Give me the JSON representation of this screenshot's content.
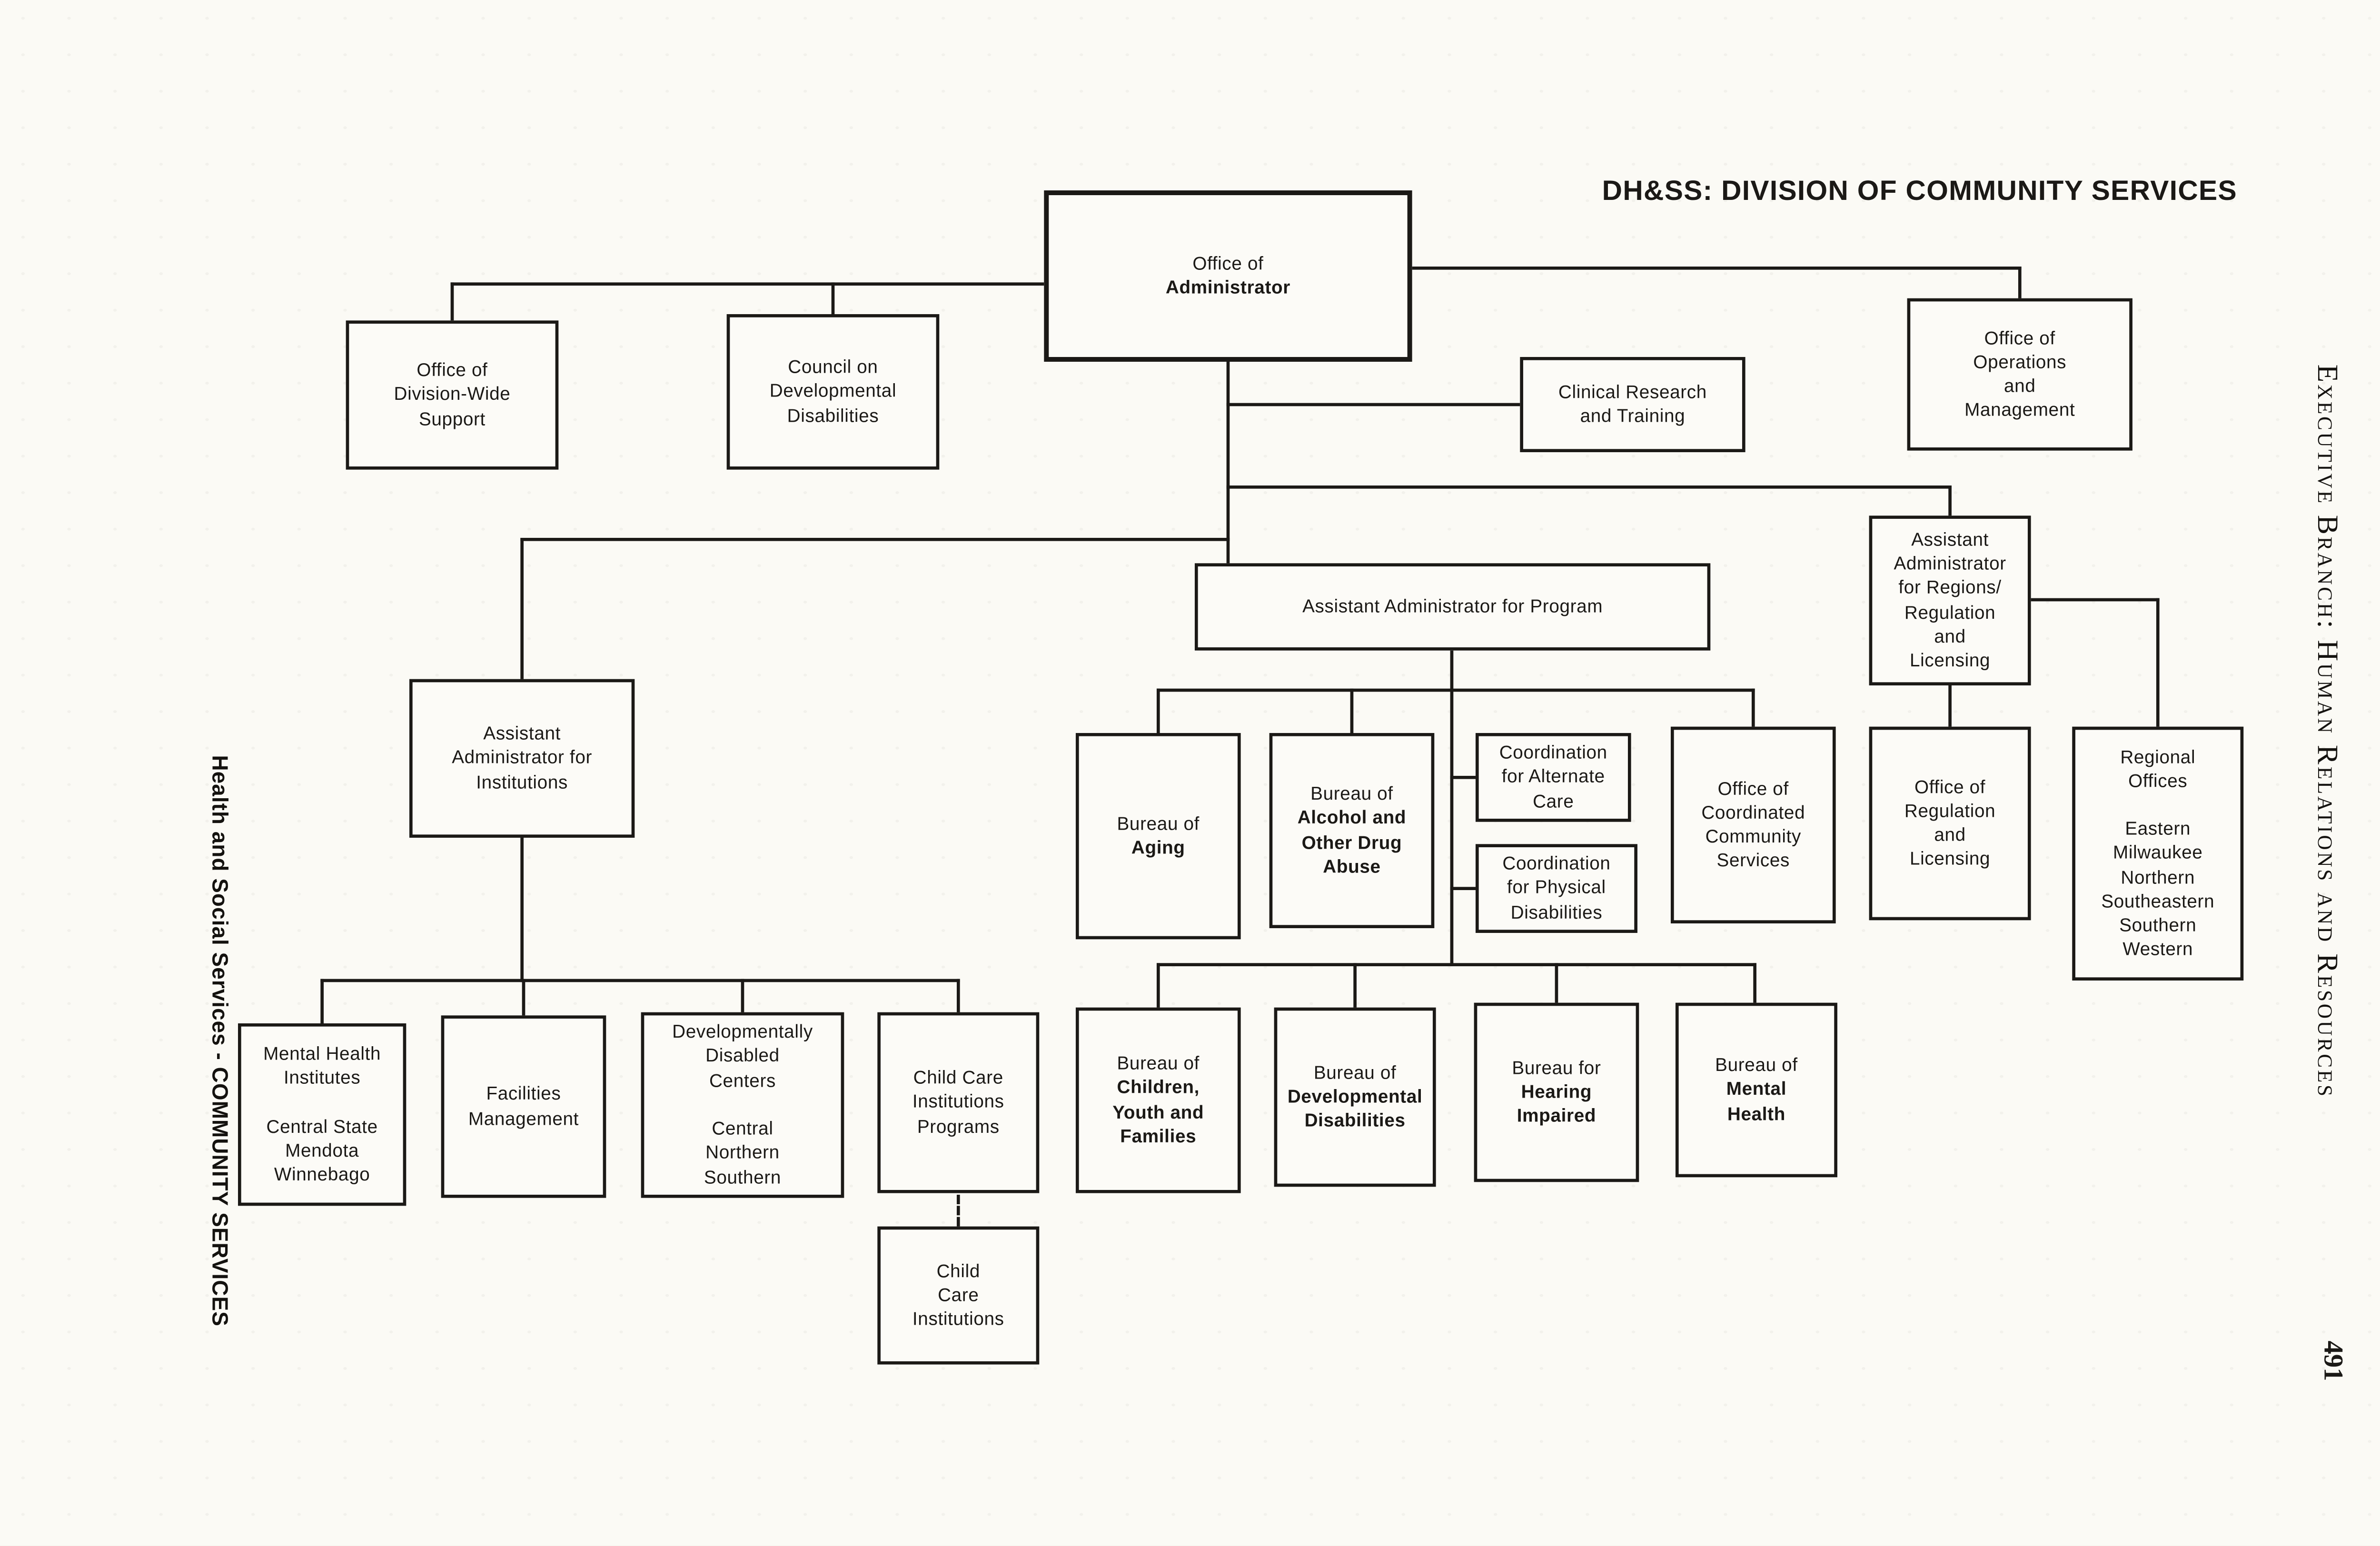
{
  "page": {
    "heading": "DH&SS: DIVISION OF COMMUNITY SERVICES",
    "left_margin": "Health and Social Services - COMMUNITY SERVICES",
    "right_margin": "Executive Branch: Human Relations and Resources",
    "page_number": "491"
  },
  "nodes": {
    "administrator": {
      "lines": [
        "Office of",
        "Administrator"
      ],
      "bold": [
        1
      ]
    },
    "division_support": {
      "lines": [
        "Office of",
        "Division-Wide",
        "Support"
      ],
      "bold": []
    },
    "council_dd": {
      "lines": [
        "Council on",
        "Developmental",
        "Disabilities"
      ],
      "bold": []
    },
    "clinical_research": {
      "lines": [
        "Clinical Research",
        "and Training"
      ],
      "bold": []
    },
    "operations_mgmt": {
      "lines": [
        "Office of",
        "Operations",
        "and",
        "Management"
      ],
      "bold": []
    },
    "asst_program": {
      "lines": [
        "Assistant Administrator for Program"
      ],
      "bold": []
    },
    "asst_regions": {
      "lines": [
        "Assistant",
        "Administrator",
        "for Regions/",
        "Regulation",
        "and",
        "Licensing"
      ],
      "bold": []
    },
    "asst_institutions": {
      "lines": [
        "Assistant",
        "Administrator for",
        "Institutions"
      ],
      "bold": []
    },
    "bureau_aging": {
      "lines": [
        "Bureau of",
        "Aging"
      ],
      "bold": [
        1
      ]
    },
    "bureau_alcohol": {
      "lines": [
        "Bureau of",
        "Alcohol and",
        "Other Drug",
        "Abuse"
      ],
      "bold": [
        1,
        2,
        3
      ]
    },
    "coord_alternate_care": {
      "lines": [
        "Coordination",
        "for Alternate",
        "Care"
      ],
      "bold": []
    },
    "coord_physical": {
      "lines": [
        "Coordination",
        "for Physical",
        "Disabilities"
      ],
      "bold": []
    },
    "office_coordinated": {
      "lines": [
        "Office of",
        "Coordinated",
        "Community",
        "Services"
      ],
      "bold": []
    },
    "office_regulation": {
      "lines": [
        "Office of",
        "Regulation",
        "and",
        "Licensing"
      ],
      "bold": []
    },
    "regional_offices": {
      "lines": [
        "Regional",
        "Offices",
        "",
        "Eastern",
        "Milwaukee",
        "Northern",
        "Southeastern",
        "Southern",
        "Western"
      ],
      "bold": []
    },
    "mental_health_institutes": {
      "lines": [
        "Mental Health",
        "Institutes",
        "",
        "Central State",
        "Mendota",
        "Winnebago"
      ],
      "bold": []
    },
    "facilities_mgmt": {
      "lines": [
        "Facilities",
        "Management"
      ],
      "bold": []
    },
    "dd_centers": {
      "lines": [
        "Developmentally",
        "Disabled",
        "Centers",
        "",
        "Central",
        "Northern",
        "Southern"
      ],
      "bold": []
    },
    "cc_institutions_programs": {
      "lines": [
        "Child Care",
        "Institutions",
        "Programs"
      ],
      "bold": []
    },
    "bureau_cyf": {
      "lines": [
        "Bureau of",
        "Children,",
        "Youth and",
        "Families"
      ],
      "bold": [
        1,
        2,
        3
      ]
    },
    "bureau_dev_disabilities": {
      "lines": [
        "Bureau of",
        "Developmental",
        "Disabilities"
      ],
      "bold": [
        1,
        2
      ]
    },
    "bureau_hearing": {
      "lines": [
        "Bureau for",
        "Hearing",
        "Impaired"
      ],
      "bold": [
        1,
        2
      ]
    },
    "bureau_mental_health": {
      "lines": [
        "Bureau of",
        "Mental",
        "Health"
      ],
      "bold": [
        1,
        2
      ]
    },
    "cc_institutions": {
      "lines": [
        "Child",
        "Care",
        "Institutions"
      ],
      "bold": []
    }
  },
  "edges": [
    {
      "from": "administrator",
      "to": "division_support"
    },
    {
      "from": "administrator",
      "to": "council_dd"
    },
    {
      "from": "administrator",
      "to": "clinical_research"
    },
    {
      "from": "administrator",
      "to": "operations_mgmt"
    },
    {
      "from": "administrator",
      "to": "asst_institutions"
    },
    {
      "from": "administrator",
      "to": "asst_program"
    },
    {
      "from": "administrator",
      "to": "asst_regions"
    },
    {
      "from": "asst_program",
      "to": "bureau_aging"
    },
    {
      "from": "asst_program",
      "to": "bureau_alcohol"
    },
    {
      "from": "asst_program",
      "to": "coord_alternate_care"
    },
    {
      "from": "asst_program",
      "to": "coord_physical"
    },
    {
      "from": "asst_program",
      "to": "office_coordinated"
    },
    {
      "from": "asst_program",
      "to": "bureau_cyf"
    },
    {
      "from": "asst_program",
      "to": "bureau_dev_disabilities"
    },
    {
      "from": "asst_program",
      "to": "bureau_hearing"
    },
    {
      "from": "asst_program",
      "to": "bureau_mental_health"
    },
    {
      "from": "asst_regions",
      "to": "office_regulation"
    },
    {
      "from": "asst_regions",
      "to": "regional_offices"
    },
    {
      "from": "asst_institutions",
      "to": "mental_health_institutes"
    },
    {
      "from": "asst_institutions",
      "to": "facilities_mgmt"
    },
    {
      "from": "asst_institutions",
      "to": "dd_centers"
    },
    {
      "from": "asst_institutions",
      "to": "cc_institutions_programs"
    },
    {
      "from": "cc_institutions_programs",
      "to": "cc_institutions",
      "style": "dashed"
    }
  ]
}
